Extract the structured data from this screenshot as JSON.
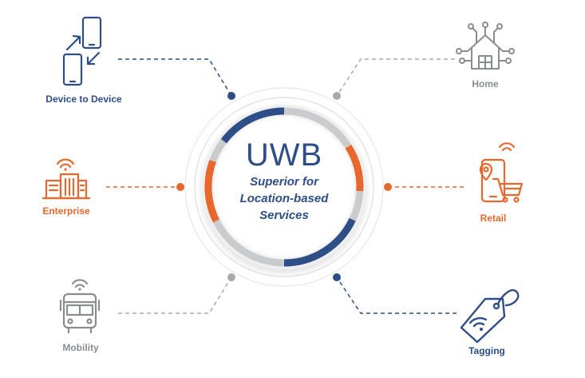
{
  "center": {
    "title": "UWB",
    "subtitle_lines": [
      "Superior for",
      "Location-based",
      "Services"
    ]
  },
  "nodes": {
    "device_to_device": {
      "label": "Device to Device",
      "icon": "phones-transfer-icon"
    },
    "home": {
      "label": "Home",
      "icon": "smart-home-icon"
    },
    "enterprise": {
      "label": "Enterprise",
      "icon": "office-building-wifi-icon"
    },
    "retail": {
      "label": "Retail",
      "icon": "phone-shopping-cart-icon"
    },
    "mobility": {
      "label": "Mobility",
      "icon": "bus-wifi-icon"
    },
    "tagging": {
      "label": "Tagging",
      "icon": "wireless-tag-icon"
    }
  },
  "colors": {
    "blue": "#2d4e86",
    "orange": "#e8672c",
    "gray": "#a7aaac",
    "ring_gray": "#c9cbcd"
  }
}
